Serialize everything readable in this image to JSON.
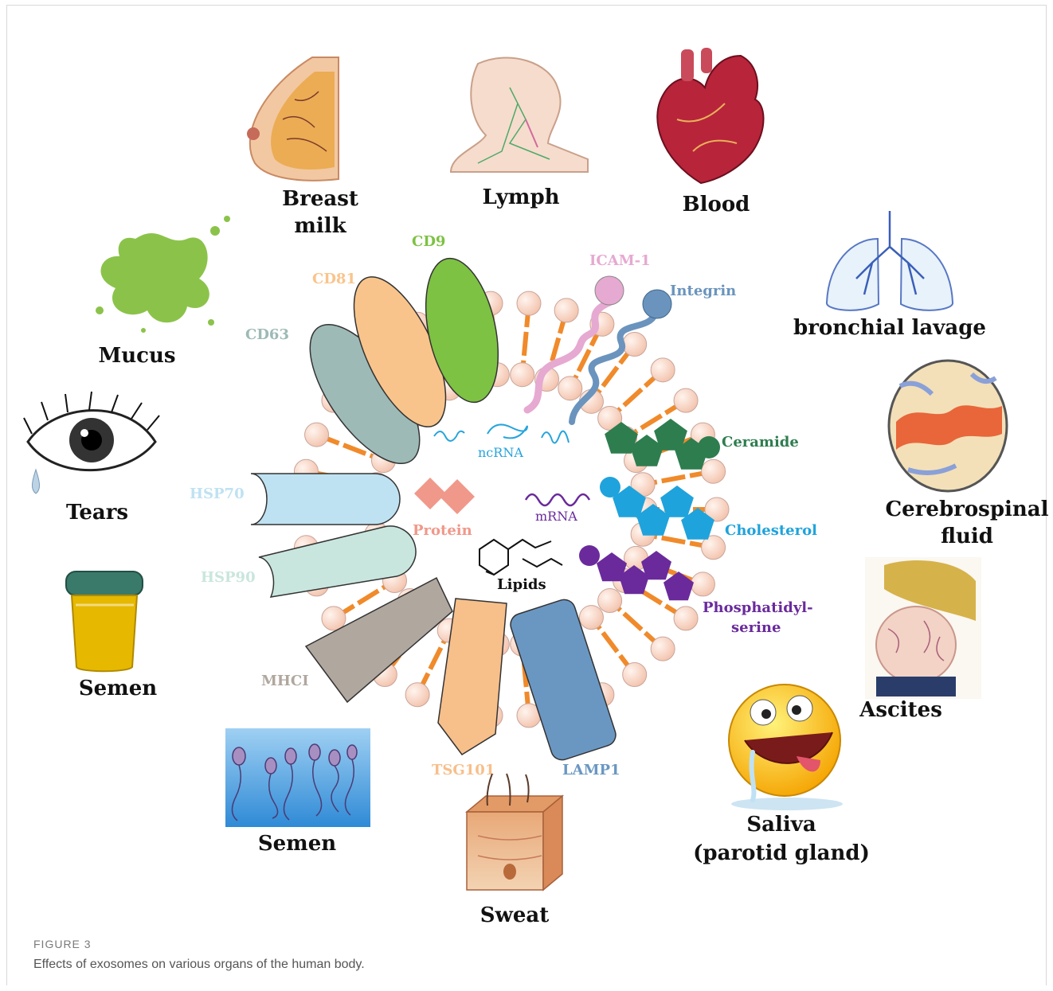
{
  "figure": {
    "label": "FIGURE 3",
    "caption": "Effects of exosomes on various organs of the human body."
  },
  "sources": {
    "breast_milk": [
      "Breast",
      "milk"
    ],
    "lymph": "Lymph",
    "blood": "Blood",
    "bronchial_lavage": "bronchial lavage",
    "mucus": "Mucus",
    "cerebrospinal_fluid": [
      "Cerebrospinal",
      "fluid"
    ],
    "tears": "Tears",
    "semen_cup": "Semen",
    "ascites": "Ascites",
    "semen_sperm": "Semen",
    "saliva": [
      "Saliva",
      "(parotid gland)"
    ],
    "sweat": "Sweat"
  },
  "markers": {
    "cd9": "CD9",
    "cd81": "CD81",
    "cd63": "CD63",
    "icam1": "ICAM-1",
    "integrin": "Integrin",
    "ceramide": "Ceramide",
    "cholesterol": "Cholesterol",
    "phosphatidylserine": [
      "Phosphatidyl-",
      "serine"
    ],
    "hsp70": "HSP70",
    "hsp90": "HSP90",
    "mhci": "MHCI",
    "tsg101": "TSG101",
    "lamp1": "LAMP1",
    "ncrna": "ncRNA",
    "mrna": "mRNA",
    "protein": "Protein",
    "lipids": "Lipids"
  },
  "colors": {
    "cd9": "#7dc242",
    "cd81": "#f9c48b",
    "cd63": "#9dbab6",
    "icam1": "#e6a9d1",
    "integrin": "#6a94bd",
    "ceramide": "#2e7d4f",
    "cholesterol": "#1fa3dc",
    "phosphatidylserine": "#6a2a9c",
    "hsp70": "#bfe2f2",
    "hsp90": "#c9e6de",
    "mhci": "#b0a79e",
    "tsg101": "#f7bf8a",
    "lamp1": "#6a97c2",
    "lipid_head": "#f8d6c8",
    "lipid_tail": "#f08a2a",
    "protein": "#f0988a"
  }
}
